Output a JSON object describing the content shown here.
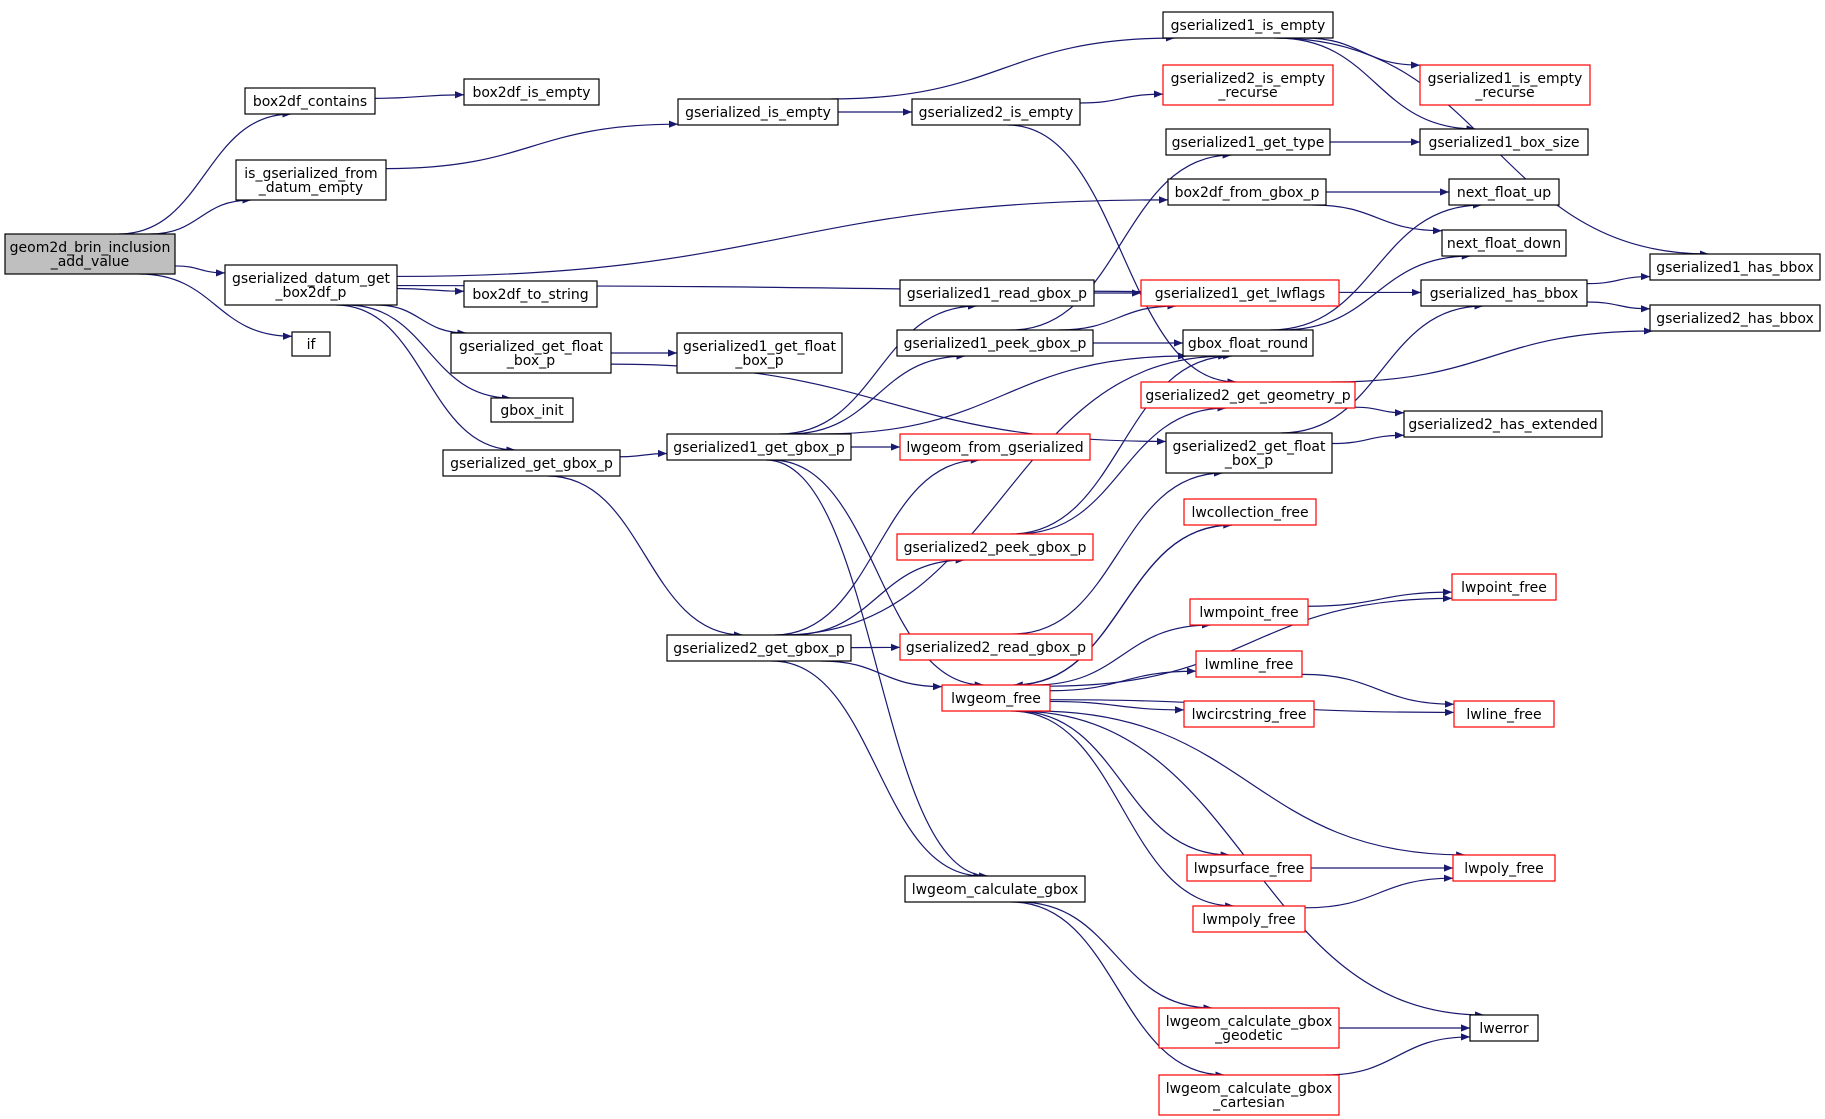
{
  "nodes": [
    {
      "id": "root",
      "lines": [
        "geom2d_brin_inclusion",
        "_add_value"
      ],
      "style": "root"
    },
    {
      "id": "box2df_contains",
      "lines": [
        "box2df_contains"
      ],
      "style": "normal"
    },
    {
      "id": "box2df_is_empty",
      "lines": [
        "box2df_is_empty"
      ],
      "style": "normal"
    },
    {
      "id": "is_gserialized_from_datum_empty",
      "lines": [
        "is_gserialized_from",
        "_datum_empty"
      ],
      "style": "normal"
    },
    {
      "id": "gserialized_datum_get_box2df_p",
      "lines": [
        "gserialized_datum_get",
        "_box2df_p"
      ],
      "style": "normal"
    },
    {
      "id": "if",
      "lines": [
        "if"
      ],
      "style": "normal"
    },
    {
      "id": "box2df_to_string",
      "lines": [
        "box2df_to_string"
      ],
      "style": "normal"
    },
    {
      "id": "gserialized_get_float_box_p",
      "lines": [
        "gserialized_get_float",
        "_box_p"
      ],
      "style": "normal"
    },
    {
      "id": "gbox_init",
      "lines": [
        "gbox_init"
      ],
      "style": "normal"
    },
    {
      "id": "gserialized_get_gbox_p",
      "lines": [
        "gserialized_get_gbox_p"
      ],
      "style": "normal"
    },
    {
      "id": "gserialized_is_empty",
      "lines": [
        "gserialized_is_empty"
      ],
      "style": "normal"
    },
    {
      "id": "gserialized1_get_float_box_p",
      "lines": [
        "gserialized1_get_float",
        "_box_p"
      ],
      "style": "normal"
    },
    {
      "id": "gserialized1_get_gbox_p",
      "lines": [
        "gserialized1_get_gbox_p"
      ],
      "style": "normal"
    },
    {
      "id": "gserialized2_get_gbox_p",
      "lines": [
        "gserialized2_get_gbox_p"
      ],
      "style": "normal"
    },
    {
      "id": "gserialized2_is_empty",
      "lines": [
        "gserialized2_is_empty"
      ],
      "style": "normal"
    },
    {
      "id": "gserialized1_read_gbox_p",
      "lines": [
        "gserialized1_read_gbox_p"
      ],
      "style": "normal"
    },
    {
      "id": "gserialized1_peek_gbox_p",
      "lines": [
        "gserialized1_peek_gbox_p"
      ],
      "style": "normal"
    },
    {
      "id": "lwgeom_from_gserialized",
      "lines": [
        "lwgeom_from_gserialized"
      ],
      "style": "red"
    },
    {
      "id": "gserialized2_peek_gbox_p",
      "lines": [
        "gserialized2_peek_gbox_p"
      ],
      "style": "red"
    },
    {
      "id": "gserialized2_read_gbox_p",
      "lines": [
        "gserialized2_read_gbox_p"
      ],
      "style": "red"
    },
    {
      "id": "lwgeom_free",
      "lines": [
        "lwgeom_free"
      ],
      "style": "red"
    },
    {
      "id": "lwgeom_calculate_gbox",
      "lines": [
        "lwgeom_calculate_gbox"
      ],
      "style": "normal"
    },
    {
      "id": "gserialized1_is_empty",
      "lines": [
        "gserialized1_is_empty"
      ],
      "style": "normal"
    },
    {
      "id": "gserialized2_is_empty_recurse",
      "lines": [
        "gserialized2_is_empty",
        "_recurse"
      ],
      "style": "red"
    },
    {
      "id": "gserialized1_get_type",
      "lines": [
        "gserialized1_get_type"
      ],
      "style": "normal"
    },
    {
      "id": "box2df_from_gbox_p",
      "lines": [
        "box2df_from_gbox_p"
      ],
      "style": "normal"
    },
    {
      "id": "gserialized1_get_lwflags",
      "lines": [
        "gserialized1_get_lwflags"
      ],
      "style": "red"
    },
    {
      "id": "gbox_float_round",
      "lines": [
        "gbox_float_round"
      ],
      "style": "normal"
    },
    {
      "id": "gserialized2_get_geometry_p",
      "lines": [
        "gserialized2_get_geometry_p"
      ],
      "style": "red"
    },
    {
      "id": "gserialized2_get_float_box_p",
      "lines": [
        "gserialized2_get_float",
        "_box_p"
      ],
      "style": "normal"
    },
    {
      "id": "lwcollection_free",
      "lines": [
        "lwcollection_free"
      ],
      "style": "red"
    },
    {
      "id": "lwmpoint_free",
      "lines": [
        "lwmpoint_free"
      ],
      "style": "red"
    },
    {
      "id": "lwmline_free",
      "lines": [
        "lwmline_free"
      ],
      "style": "red"
    },
    {
      "id": "lwcircstring_free",
      "lines": [
        "lwcircstring_free"
      ],
      "style": "red"
    },
    {
      "id": "lwpsurface_free",
      "lines": [
        "lwpsurface_free"
      ],
      "style": "red"
    },
    {
      "id": "lwmpoly_free",
      "lines": [
        "lwmpoly_free"
      ],
      "style": "red"
    },
    {
      "id": "lwgeom_calculate_gbox_geodetic",
      "lines": [
        "lwgeom_calculate_gbox",
        "_geodetic"
      ],
      "style": "red"
    },
    {
      "id": "lwgeom_calculate_gbox_cartesian",
      "lines": [
        "lwgeom_calculate_gbox",
        "_cartesian"
      ],
      "style": "red"
    },
    {
      "id": "gserialized1_is_empty_recurse",
      "lines": [
        "gserialized1_is_empty",
        "_recurse"
      ],
      "style": "red"
    },
    {
      "id": "gserialized1_box_size",
      "lines": [
        "gserialized1_box_size"
      ],
      "style": "normal"
    },
    {
      "id": "next_float_up",
      "lines": [
        "next_float_up"
      ],
      "style": "normal"
    },
    {
      "id": "next_float_down",
      "lines": [
        "next_float_down"
      ],
      "style": "normal"
    },
    {
      "id": "gserialized_has_bbox",
      "lines": [
        "gserialized_has_bbox"
      ],
      "style": "normal"
    },
    {
      "id": "gserialized2_has_extended",
      "lines": [
        "gserialized2_has_extended"
      ],
      "style": "normal"
    },
    {
      "id": "lwpoint_free",
      "lines": [
        "lwpoint_free"
      ],
      "style": "red"
    },
    {
      "id": "lwline_free",
      "lines": [
        "lwline_free"
      ],
      "style": "red"
    },
    {
      "id": "lwpoly_free",
      "lines": [
        "lwpoly_free"
      ],
      "style": "red"
    },
    {
      "id": "lwerror",
      "lines": [
        "lwerror"
      ],
      "style": "normal"
    },
    {
      "id": "gserialized1_has_bbox",
      "lines": [
        "gserialized1_has_bbox"
      ],
      "style": "normal"
    },
    {
      "id": "gserialized2_has_bbox",
      "lines": [
        "gserialized2_has_bbox"
      ],
      "style": "normal"
    }
  ],
  "edges": [
    [
      "root",
      "box2df_contains"
    ],
    [
      "root",
      "is_gserialized_from_datum_empty"
    ],
    [
      "root",
      "gserialized_datum_get_box2df_p"
    ],
    [
      "root",
      "if"
    ],
    [
      "box2df_contains",
      "box2df_is_empty"
    ],
    [
      "is_gserialized_from_datum_empty",
      "gserialized_is_empty"
    ],
    [
      "gserialized_datum_get_box2df_p",
      "box2df_from_gbox_p"
    ],
    [
      "gserialized_datum_get_box2df_p",
      "gserialized_has_bbox"
    ],
    [
      "gserialized_datum_get_box2df_p",
      "box2df_to_string"
    ],
    [
      "gserialized_datum_get_box2df_p",
      "gserialized_get_float_box_p"
    ],
    [
      "gserialized_datum_get_box2df_p",
      "gbox_init"
    ],
    [
      "gserialized_datum_get_box2df_p",
      "gserialized_get_gbox_p"
    ],
    [
      "gserialized_get_float_box_p",
      "gserialized1_get_float_box_p"
    ],
    [
      "gserialized_get_float_box_p",
      "gserialized2_get_float_box_p"
    ],
    [
      "gserialized_get_gbox_p",
      "gserialized1_get_gbox_p"
    ],
    [
      "gserialized_get_gbox_p",
      "gserialized2_get_gbox_p"
    ],
    [
      "gserialized_is_empty",
      "gserialized1_is_empty"
    ],
    [
      "gserialized_is_empty",
      "gserialized2_is_empty"
    ],
    [
      "gserialized2_is_empty",
      "gserialized2_is_empty_recurse"
    ],
    [
      "gserialized2_is_empty",
      "gserialized2_get_geometry_p"
    ],
    [
      "gserialized1_is_empty",
      "gserialized1_is_empty_recurse"
    ],
    [
      "gserialized1_is_empty",
      "gserialized1_box_size"
    ],
    [
      "gserialized1_is_empty",
      "gserialized1_has_bbox"
    ],
    [
      "gserialized1_get_gbox_p",
      "gserialized1_read_gbox_p"
    ],
    [
      "gserialized1_get_gbox_p",
      "gserialized1_peek_gbox_p"
    ],
    [
      "gserialized1_get_gbox_p",
      "gbox_float_round"
    ],
    [
      "gserialized1_get_gbox_p",
      "lwgeom_from_gserialized"
    ],
    [
      "gserialized1_get_gbox_p",
      "lwgeom_free"
    ],
    [
      "gserialized1_get_gbox_p",
      "lwgeom_calculate_gbox"
    ],
    [
      "gserialized2_get_gbox_p",
      "lwgeom_from_gserialized"
    ],
    [
      "gserialized2_get_gbox_p",
      "gbox_float_round"
    ],
    [
      "gserialized2_get_gbox_p",
      "gserialized2_peek_gbox_p"
    ],
    [
      "gserialized2_get_gbox_p",
      "gserialized2_read_gbox_p"
    ],
    [
      "gserialized2_get_gbox_p",
      "lwgeom_free"
    ],
    [
      "gserialized2_get_gbox_p",
      "lwgeom_calculate_gbox"
    ],
    [
      "gserialized1_read_gbox_p",
      "gserialized1_get_lwflags"
    ],
    [
      "gserialized1_peek_gbox_p",
      "gserialized1_get_type"
    ],
    [
      "gserialized1_peek_gbox_p",
      "gserialized1_get_lwflags"
    ],
    [
      "gserialized1_peek_gbox_p",
      "gbox_float_round"
    ],
    [
      "gserialized2_peek_gbox_p",
      "gbox_float_round"
    ],
    [
      "gserialized2_peek_gbox_p",
      "gserialized2_get_geometry_p"
    ],
    [
      "gserialized2_read_gbox_p",
      "gserialized2_get_float_box_p"
    ],
    [
      "lwgeom_free",
      "lwcollection_free"
    ],
    [
      "lwgeom_free",
      "lwpoint_free"
    ],
    [
      "lwgeom_free",
      "lwmpoint_free"
    ],
    [
      "lwgeom_free",
      "lwmline_free"
    ],
    [
      "lwgeom_free",
      "lwcircstring_free"
    ],
    [
      "lwgeom_free",
      "lwline_free"
    ],
    [
      "lwgeom_free",
      "lwpsurface_free"
    ],
    [
      "lwgeom_free",
      "lwmpoly_free"
    ],
    [
      "lwgeom_free",
      "lwpoly_free"
    ],
    [
      "lwgeom_free",
      "lwerror"
    ],
    [
      "lwgeom_calculate_gbox",
      "lwgeom_calculate_gbox_geodetic"
    ],
    [
      "lwgeom_calculate_gbox",
      "lwgeom_calculate_gbox_cartesian"
    ],
    [
      "gserialized1_get_type",
      "gserialized1_box_size"
    ],
    [
      "box2df_from_gbox_p",
      "next_float_up"
    ],
    [
      "box2df_from_gbox_p",
      "next_float_down"
    ],
    [
      "gbox_float_round",
      "next_float_up"
    ],
    [
      "gbox_float_round",
      "next_float_down"
    ],
    [
      "gserialized2_get_geometry_p",
      "gserialized2_has_bbox"
    ],
    [
      "gserialized2_get_geometry_p",
      "gserialized2_has_extended"
    ],
    [
      "gserialized2_get_float_box_p",
      "gserialized_has_bbox"
    ],
    [
      "gserialized2_get_float_box_p",
      "gserialized2_has_extended"
    ],
    [
      "gserialized_has_bbox",
      "gserialized1_has_bbox"
    ],
    [
      "gserialized_has_bbox",
      "gserialized2_has_bbox"
    ],
    [
      "lwmpoint_free",
      "lwpoint_free"
    ],
    [
      "lwmline_free",
      "lwline_free"
    ],
    [
      "lwpsurface_free",
      "lwpoly_free"
    ],
    [
      "lwmpoly_free",
      "lwpoly_free"
    ],
    [
      "lwgeom_calculate_gbox_geodetic",
      "lwerror"
    ],
    [
      "lwgeom_calculate_gbox_cartesian",
      "lwerror"
    ],
    [
      "lwcollection_free",
      "lwgeom_free"
    ]
  ],
  "colors": {
    "edge": "#191970",
    "normal_border": "#000000",
    "red_border": "#ff0000",
    "root_fill": "#bfbfbf"
  }
}
